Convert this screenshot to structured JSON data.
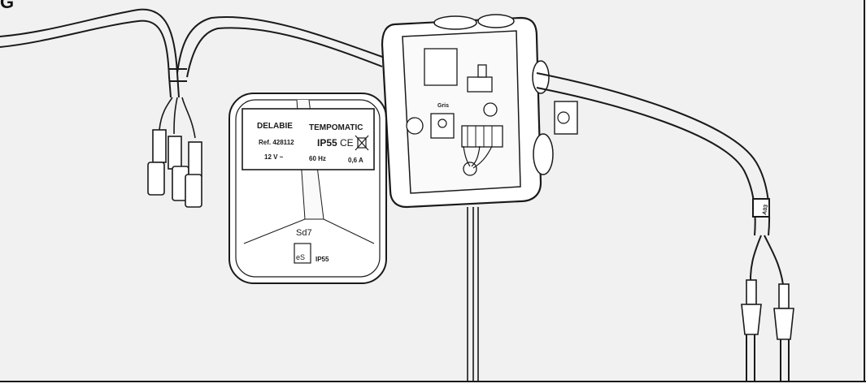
{
  "figure_label": "G",
  "transformer_label": {
    "brand": "DELABIE",
    "product": "TEMPOMATIC",
    "ref": "Ref. 428112",
    "protection": "IP55",
    "voltage": "12 V ~",
    "frequency": "60 Hz",
    "current": "0,6 A",
    "conformity": "CE"
  },
  "transformer_marks": {
    "code": "Sd7",
    "protection_bottom": "IP55",
    "logo": "eS"
  },
  "junction_box": {
    "terminal_label": "Gris"
  },
  "cable_marks": {
    "right_sleeve": "A03"
  },
  "colors": {
    "background": "#f1f1f1",
    "line": "#1a1a1a",
    "fill": "#ffffff"
  }
}
